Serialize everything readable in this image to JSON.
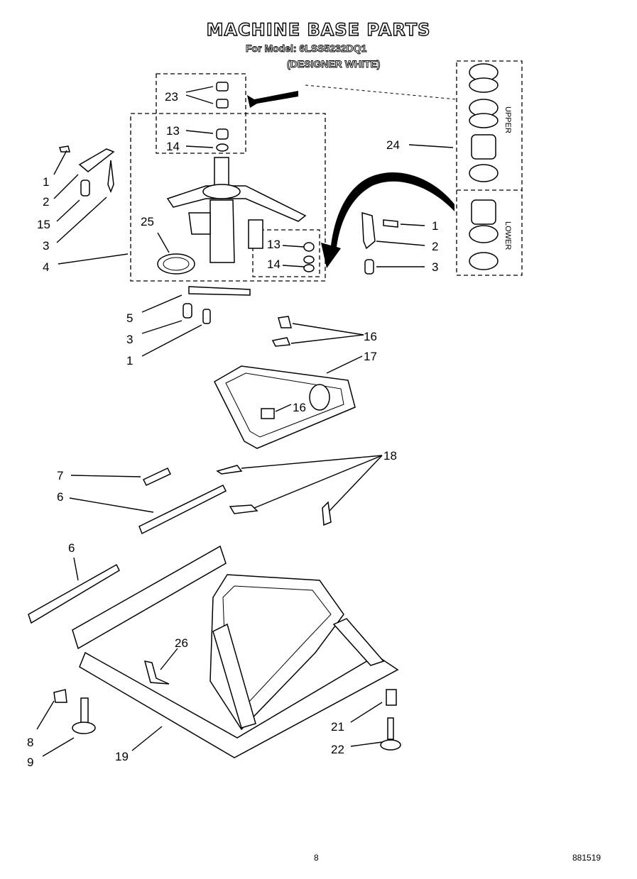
{
  "header": {
    "title": "MACHINE BASE PARTS",
    "model_line": "For Model: 6LSS5232DQ1",
    "color_line": "(DESIGNER WHITE)"
  },
  "side_labels": {
    "upper": "UPPER",
    "lower": "LOWER"
  },
  "callouts": {
    "c23": "23",
    "c13a": "13",
    "c14a": "14",
    "c24": "24",
    "c1a": "1",
    "c2a": "2",
    "c15": "15",
    "c3a": "3",
    "c4": "4",
    "c25": "25",
    "c13b": "13",
    "c14b": "14",
    "c1b": "1",
    "c2b": "2",
    "c3b": "3",
    "c5": "5",
    "c3c": "3",
    "c1c": "1",
    "c16a": "16",
    "c17": "17",
    "c16b": "16",
    "c18": "18",
    "c7": "7",
    "c6a": "6",
    "c6b": "6",
    "c26": "26",
    "c8": "8",
    "c9": "9",
    "c19": "19",
    "c21": "21",
    "c22": "22"
  },
  "footer": {
    "page_number": "8",
    "doc_code": "881519"
  }
}
